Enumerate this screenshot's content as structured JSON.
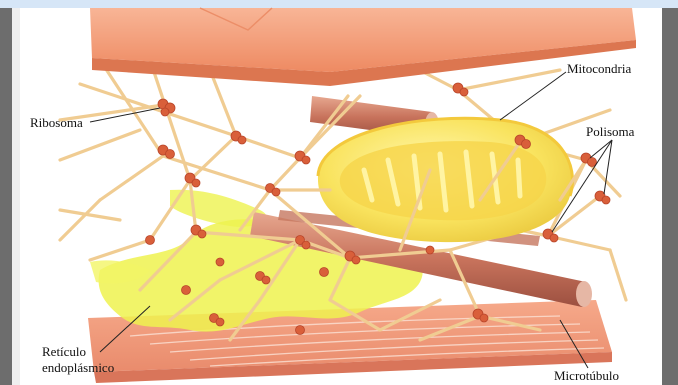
{
  "figure": {
    "labels": {
      "mitocondria": "Mitocondria",
      "ribosoma": "Ribosoma",
      "polisoma": "Polisoma",
      "reticulo_line1": "Retículo",
      "reticulo_line2": "endoplásmico",
      "microtubulo": "Microtúbulo"
    },
    "colors": {
      "membrane": "#f4a27e",
      "filament": "#f1cf96",
      "mitochondria": "#f7e15a",
      "reticulum": "#eef04f",
      "ribosome": "#d9623c",
      "microtubule": "#c97a66"
    }
  }
}
